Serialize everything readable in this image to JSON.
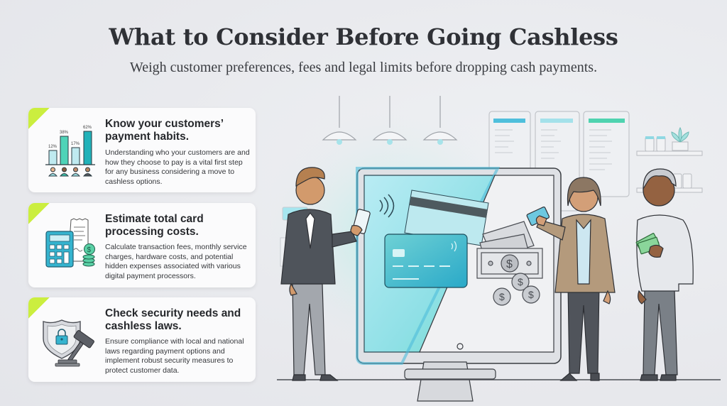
{
  "header": {
    "title": "What to Consider Before Going Cashless",
    "subtitle": "Weigh customer preferences, fees and legal limits before dropping cash payments."
  },
  "cards": [
    {
      "title": "Know your customers’ payment habits.",
      "body": "Understanding who your customers are and how they choose to pay is a vital first step for any business considering a move to cashless options.",
      "icon": "bar-chart-customers-icon",
      "chart": {
        "labels": [
          "12%",
          "38%",
          "17%",
          "62%"
        ],
        "values": [
          12,
          38,
          17,
          62
        ],
        "colors": [
          "#bfeaf0",
          "#4fd3b8",
          "#bfeaf0",
          "#21b2b9"
        ]
      }
    },
    {
      "title": "Estimate total card processing costs.",
      "body": "Calculate transaction fees, monthly service charges, hardware costs, and potential hidden expenses associated with various digital payment processors.",
      "icon": "calculator-receipt-coins-icon"
    },
    {
      "title": "Check security needs and cashless laws.",
      "body": "Ensure compliance with local and national laws regarding payment options and implement robust security measures to protect customer data.",
      "icon": "shield-lock-gavel-icon"
    }
  ],
  "colors": {
    "accent_lime": "#cbee3f",
    "teal": "#21b2b9",
    "teal_light": "#4fd3b8",
    "card_bg": "#fbfbfc",
    "background": "#e8e9ed"
  }
}
